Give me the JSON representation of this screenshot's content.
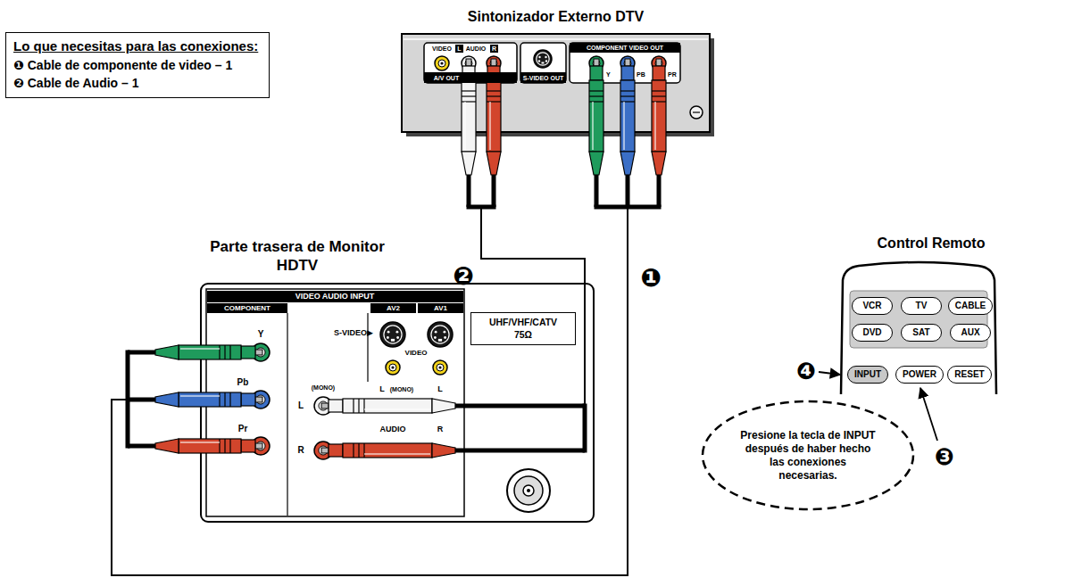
{
  "diagram": {
    "nodes": [
      {
        "text": [
          "Lo que necesitas para las conexiones:",
          "❶ Cable de componente de video – 1",
          "❷ Cable de Audio – 1"
        ]
      },
      {
        "text": [
          "Sintonizador Externo DTV"
        ]
      },
      {
        "text": [
          "Parte trasera de Monitor HDTV"
        ]
      },
      {
        "text": [
          "UHF/VHF/CATV 75Ω"
        ],
        "in": 2
      },
      {
        "text": [
          "Control Remoto"
        ]
      },
      {
        "text": [
          "VCR"
        ],
        "in": 4
      },
      {
        "text": [
          "TV"
        ],
        "in": 4
      },
      {
        "text": [
          "CABLE"
        ],
        "in": 4
      },
      {
        "text": [
          "DVD"
        ],
        "in": 4
      },
      {
        "text": [
          "SAT"
        ],
        "in": 4
      },
      {
        "text": [
          "AUX"
        ],
        "in": 4
      },
      {
        "text": [
          "INPUT"
        ],
        "in": 4
      },
      {
        "text": [
          "POWER"
        ],
        "in": 4
      },
      {
        "text": [
          "RESET"
        ],
        "in": 4
      },
      {
        "text": [
          "Presione la tecla de INPUT después de haber hecho las conexiones necesarias."
        ]
      }
    ],
    "edges": [
      {
        "from": 1,
        "to": 2,
        "arrow": "none"
      },
      {
        "from": 1,
        "to": 2,
        "arrow": "none"
      }
    ],
    "labels": [
      "VIDEO",
      "L",
      "AUDIO",
      "R",
      "A/V OUT",
      "S-VIDEO OUT",
      "COMPONENT VIDEO OUT",
      "Y",
      "PB",
      "PR",
      "❷",
      "❶",
      "VIDEO AUDIO INPUT",
      "COMPONENT",
      "AV2",
      "AV1",
      "S-VIDEO▶",
      "VIDEO",
      "Y",
      "Pb",
      "Pr",
      "(MONO)",
      "L",
      "R",
      "(MONO)",
      "L",
      "L",
      "AUDIO",
      "R",
      "❹",
      "❸"
    ]
  }
}
